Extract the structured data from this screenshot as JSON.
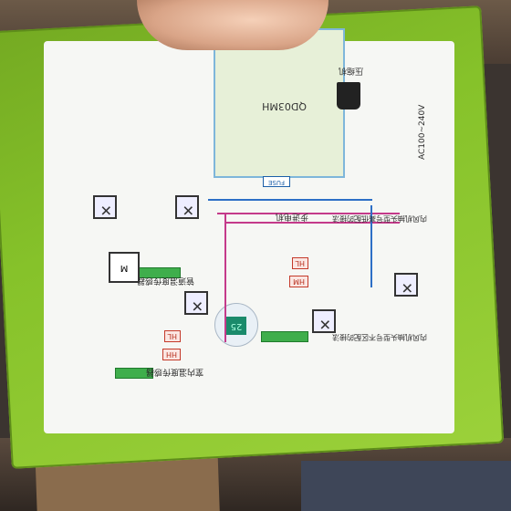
{
  "scene": {
    "kind": "photo of a controller box held by a hand",
    "panel": {
      "model_label": "QD03MH",
      "fuse_label": "FUSE",
      "display_digits": "25",
      "compressor_label": "压缩机",
      "voltage_label": "AC100~240V",
      "labels": [
        "室内温度传感器",
        "管道温度传感器",
        "步进电机",
        "内风机抽头型号高低配的接法",
        "内风机抽头型号不区配的接法"
      ]
    },
    "colors": {
      "box_green": "#86c22a",
      "panel_white": "#f6f7f4",
      "wire_magenta": "#c43a8a",
      "wire_blue": "#2d6fc6",
      "chip_red": "#c43a2a"
    }
  }
}
